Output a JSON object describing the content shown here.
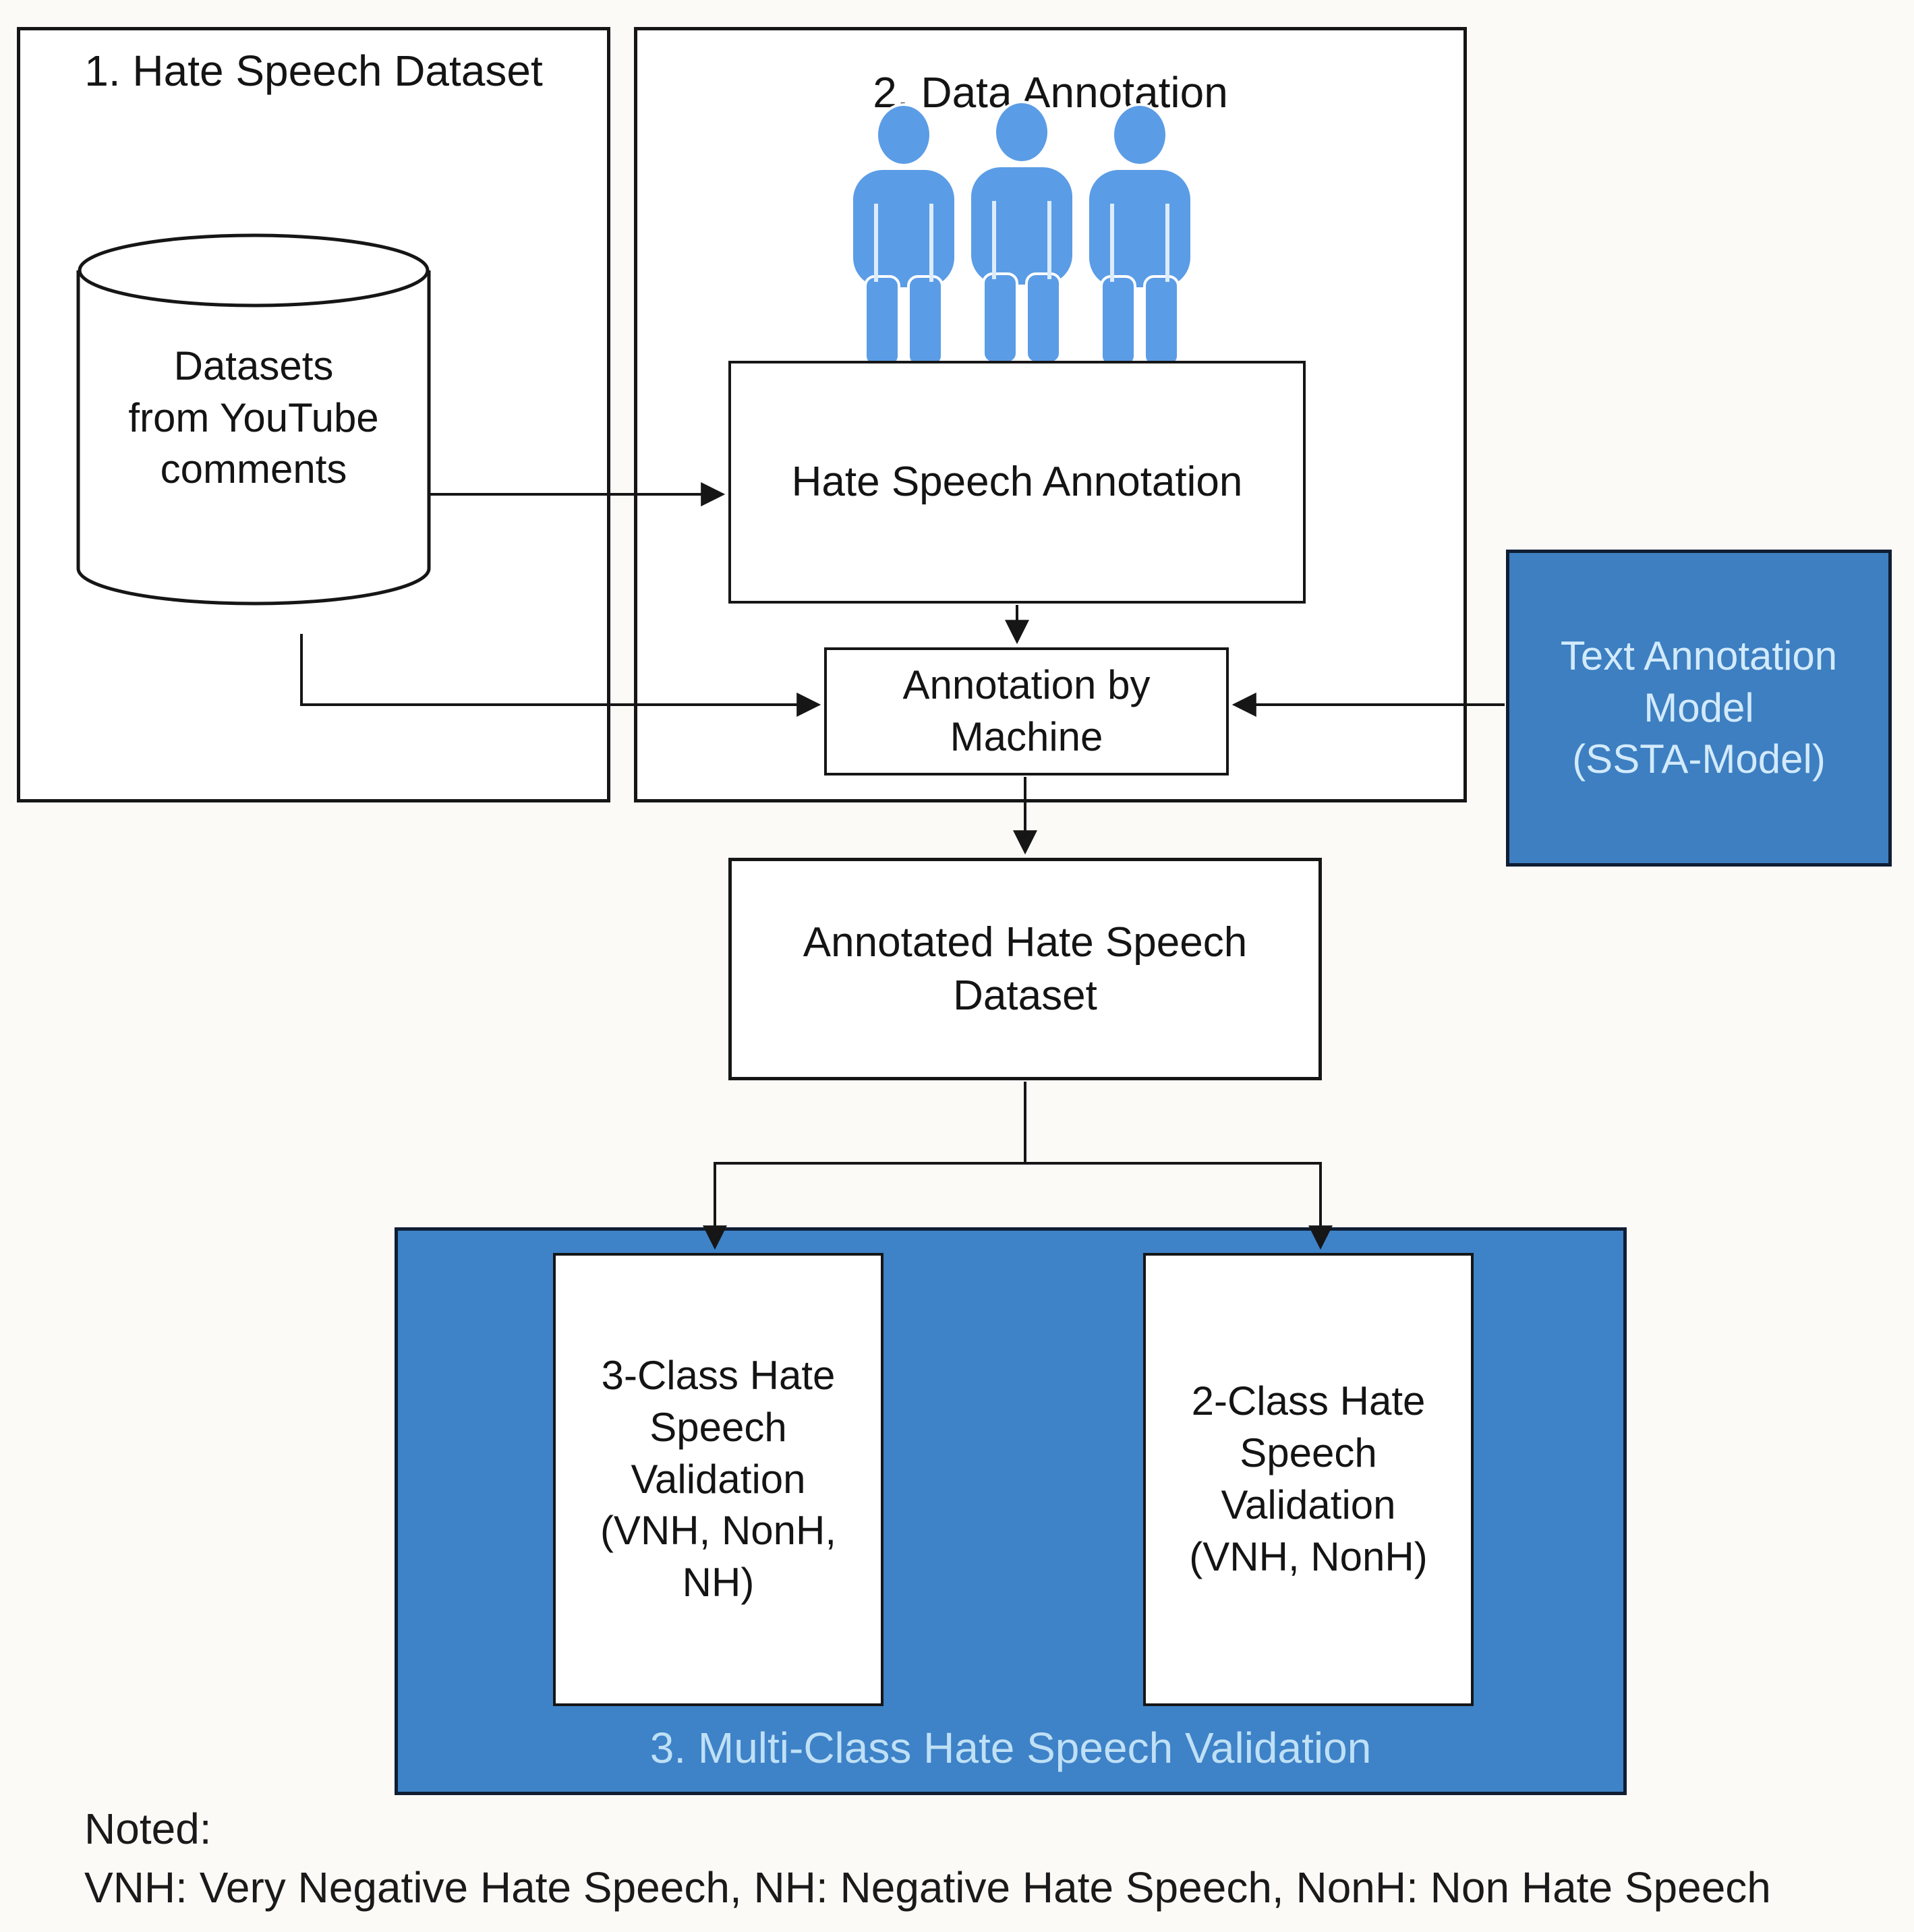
{
  "figure": {
    "sections": {
      "dataset": {
        "title": "1. Hate Speech Dataset"
      },
      "annotation": {
        "title": "2. Data Annotation"
      },
      "validation": {
        "title": "3. Multi-Class Hate Speech Validation"
      }
    },
    "nodes": {
      "youtube_db": "Datasets\nfrom YouTube\ncomments",
      "human_annotation": "Hate Speech Annotation",
      "machine_annotation": "Annotation by\nMachine",
      "ssta_model": "Text Annotation\nModel\n(SSTA-Model)",
      "annotated_dataset": "Annotated Hate Speech\nDataset",
      "three_class_validation": "3-Class Hate\nSpeech\nValidation\n(VNH, NonH,\nNH)",
      "two_class_validation": "2-Class Hate\nSpeech\nValidation\n(VNH, NonH)"
    },
    "note": {
      "label": "Noted:",
      "abbreviations": "VNH: Very Negative Hate Speech, NH: Negative Hate Speech, NonH: Non Hate Speech"
    },
    "icons": {
      "annotators": "people-group-icon",
      "datastore": "database-cylinder-icon"
    },
    "colors": {
      "validation_container_blue": "#3e82c8",
      "model_box_blue": "#3d7fc1",
      "person_icon_blue": "#5b9ce6",
      "light_blue_text": "#bfe0f5",
      "line_black": "#161616"
    }
  }
}
